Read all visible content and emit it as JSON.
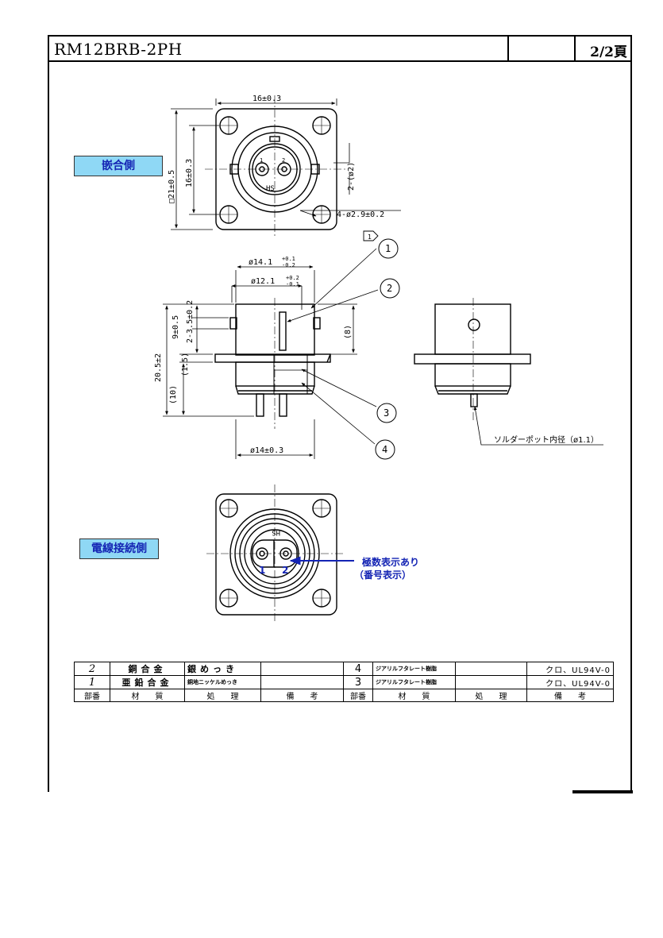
{
  "header": {
    "title": "RM12BRB-2PH",
    "page": "2/2頁"
  },
  "labels": {
    "mating_side": "嵌合側",
    "wire_side": "電線接続側",
    "polarity_note_1": "極数表示あり",
    "polarity_note_2": "（番号表示）"
  },
  "dims": {
    "top_width": "16±0.3",
    "outer_height": "□21±0.5",
    "inner_height": "16±0.3",
    "pin_dia": "2-(ø2)",
    "holes": "4-ø2.9±0.2",
    "d1": "ø14.1",
    "d1_tol_up": "+0.1",
    "d1_tol_dn": "-0.2",
    "d2": "ø12.1",
    "d2_tol_up": "+0.2",
    "d2_tol_dn": "-0.1",
    "h_total": "20.5±2",
    "h_9": "9±0.5",
    "key_w": "2-3.5±0.2",
    "h_15": "(1.5)",
    "h_10": "(10)",
    "h_8": "(8)",
    "d_base": "ø14±0.3",
    "solder_pot": "ソルダーポット内径（ø1.1）",
    "marking": "HS",
    "pin1": "1",
    "pin2": "2",
    "flag": "1"
  },
  "callouts": [
    "1",
    "2",
    "3",
    "4"
  ],
  "bom": {
    "rows": [
      {
        "no": "2",
        "material": "銅合金",
        "treatment": "銀めっき",
        "remark": "",
        "no2": "4",
        "material2": "ジアリルフタレート樹脂",
        "treatment2": "",
        "remark2": "クロ、UL94V-0"
      },
      {
        "no": "1",
        "material": "亜鉛合金",
        "treatment": "銅地ニッケルめっき",
        "remark": "",
        "no2": "3",
        "material2": "ジアリルフタレート樹脂",
        "treatment2": "",
        "remark2": "クロ、UL94V-0"
      }
    ],
    "headers": [
      "部番",
      "材　　質",
      "処　　理",
      "備　　考",
      "部番",
      "材　　質",
      "処　　理",
      "備　　考"
    ]
  }
}
